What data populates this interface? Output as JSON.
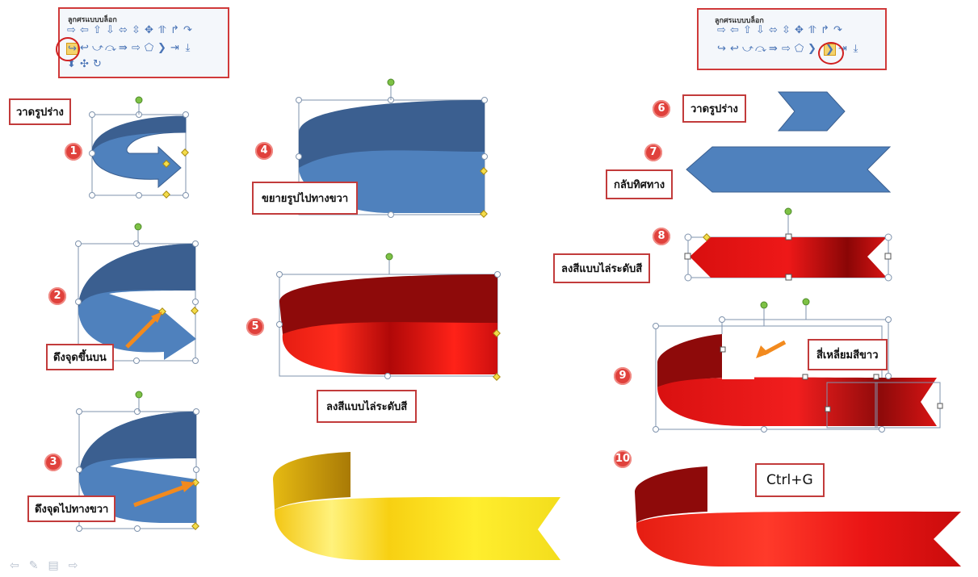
{
  "panel_title": "ลูกศรแบบบล็อก",
  "labels": {
    "draw_shape_left": "วาดรูปร่าง",
    "pull_point_up": "ดึงจุดขึ้นบน",
    "pull_point_right": "ดึงจุดไปทางขวา",
    "expand_right": "ขยายรูปไปทางขวา",
    "gradient_fill_center": "ลงสีแบบไล่ระดับสี",
    "draw_shape_right": "วาดรูปร่าง",
    "flip_direction": "กลับทิศทาง",
    "gradient_fill_right": "ลงสีแบบไล่ระดับสี",
    "white_square": "สี่เหลี่ยมสีขาว",
    "group_shortcut": "Ctrl+G"
  },
  "steps": [
    "1",
    "2",
    "3",
    "4",
    "5",
    "6",
    "7",
    "8",
    "9",
    "10"
  ],
  "colors": {
    "blue_shape": "#4f81bd",
    "blue_dark": "#3b5f90",
    "red": "#d81414",
    "dark_red": "#8e0a0a",
    "yellow": "#f3dd1c",
    "orange_arrow": "#f28a1e",
    "label_border": "#c23b3b"
  }
}
